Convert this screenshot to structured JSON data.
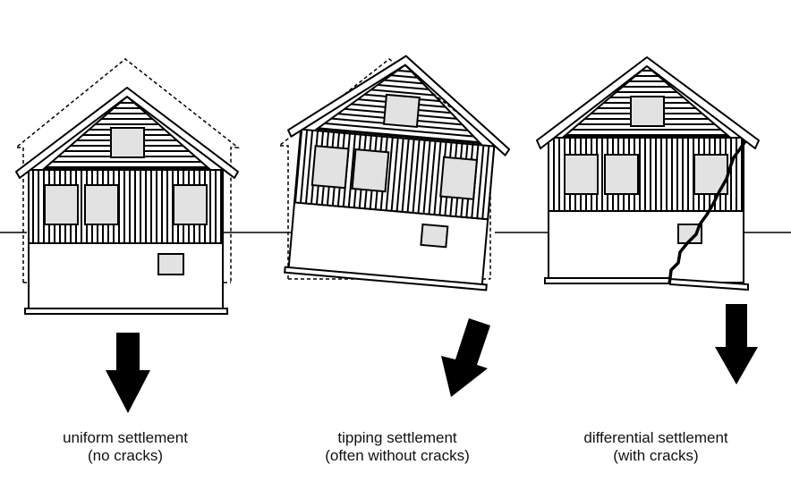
{
  "captions": {
    "uniform": {
      "line1": "uniform settlement",
      "line2": "(no cracks)"
    },
    "tipping": {
      "line1": "tipping settlement",
      "line2": "(often without cracks)"
    },
    "differential": {
      "line1": "differential settlement",
      "line2": "(with cracks)"
    }
  },
  "colors": {
    "stroke": "#000000",
    "window_fill": "#e2e2e2",
    "background": "#ffffff"
  }
}
